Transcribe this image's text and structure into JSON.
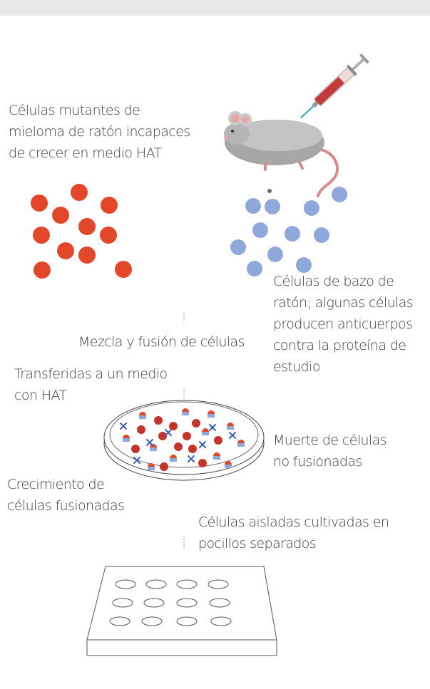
{
  "labels": {
    "myeloma": "Células mutantes de\nmieloma de ratón incapaces\nde crecer en medio HAT",
    "spleen": "Células de bazo de\nratón; algunas células\nproducen anticuerpos\ncontra la proteína de\nestudio",
    "fusion": "Mezcla y fusión de células",
    "hat": "Transferidas a un medio\ncon HAT",
    "death": "Muerte de células\nno fusionadas",
    "growth": "Crecimiento de\ncélulas fusionadas",
    "isolated": "Células aisladas cultivadas en\npocillos separados"
  },
  "colors": {
    "myeloma_cell": "#e3472a",
    "spleen_cell": "#8fa8da",
    "hybrid_cell": "#c2352a",
    "text": "#3b3b3b"
  },
  "icons": [
    "syringe-icon",
    "mouse-icon",
    "petri-dish-icon",
    "well-plate-icon"
  ]
}
